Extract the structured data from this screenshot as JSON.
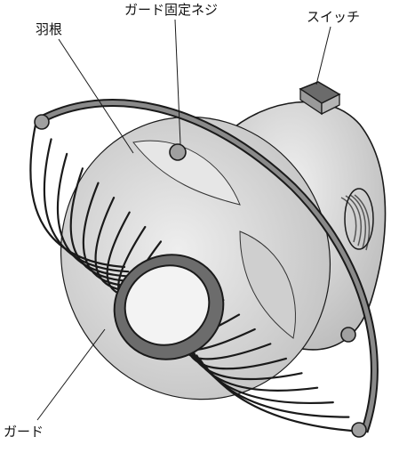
{
  "labels": {
    "blade": "羽根",
    "guard_screw": "ガード固定ネジ",
    "switch": "スイッチ",
    "guard": "ガード"
  },
  "colors": {
    "line": "#1a1a1a",
    "body_fill": "#d2d2d2",
    "blade_fill": "#dedede",
    "guard_fill": "#6f6f6f",
    "hub_fill": "#f2f2f2"
  }
}
